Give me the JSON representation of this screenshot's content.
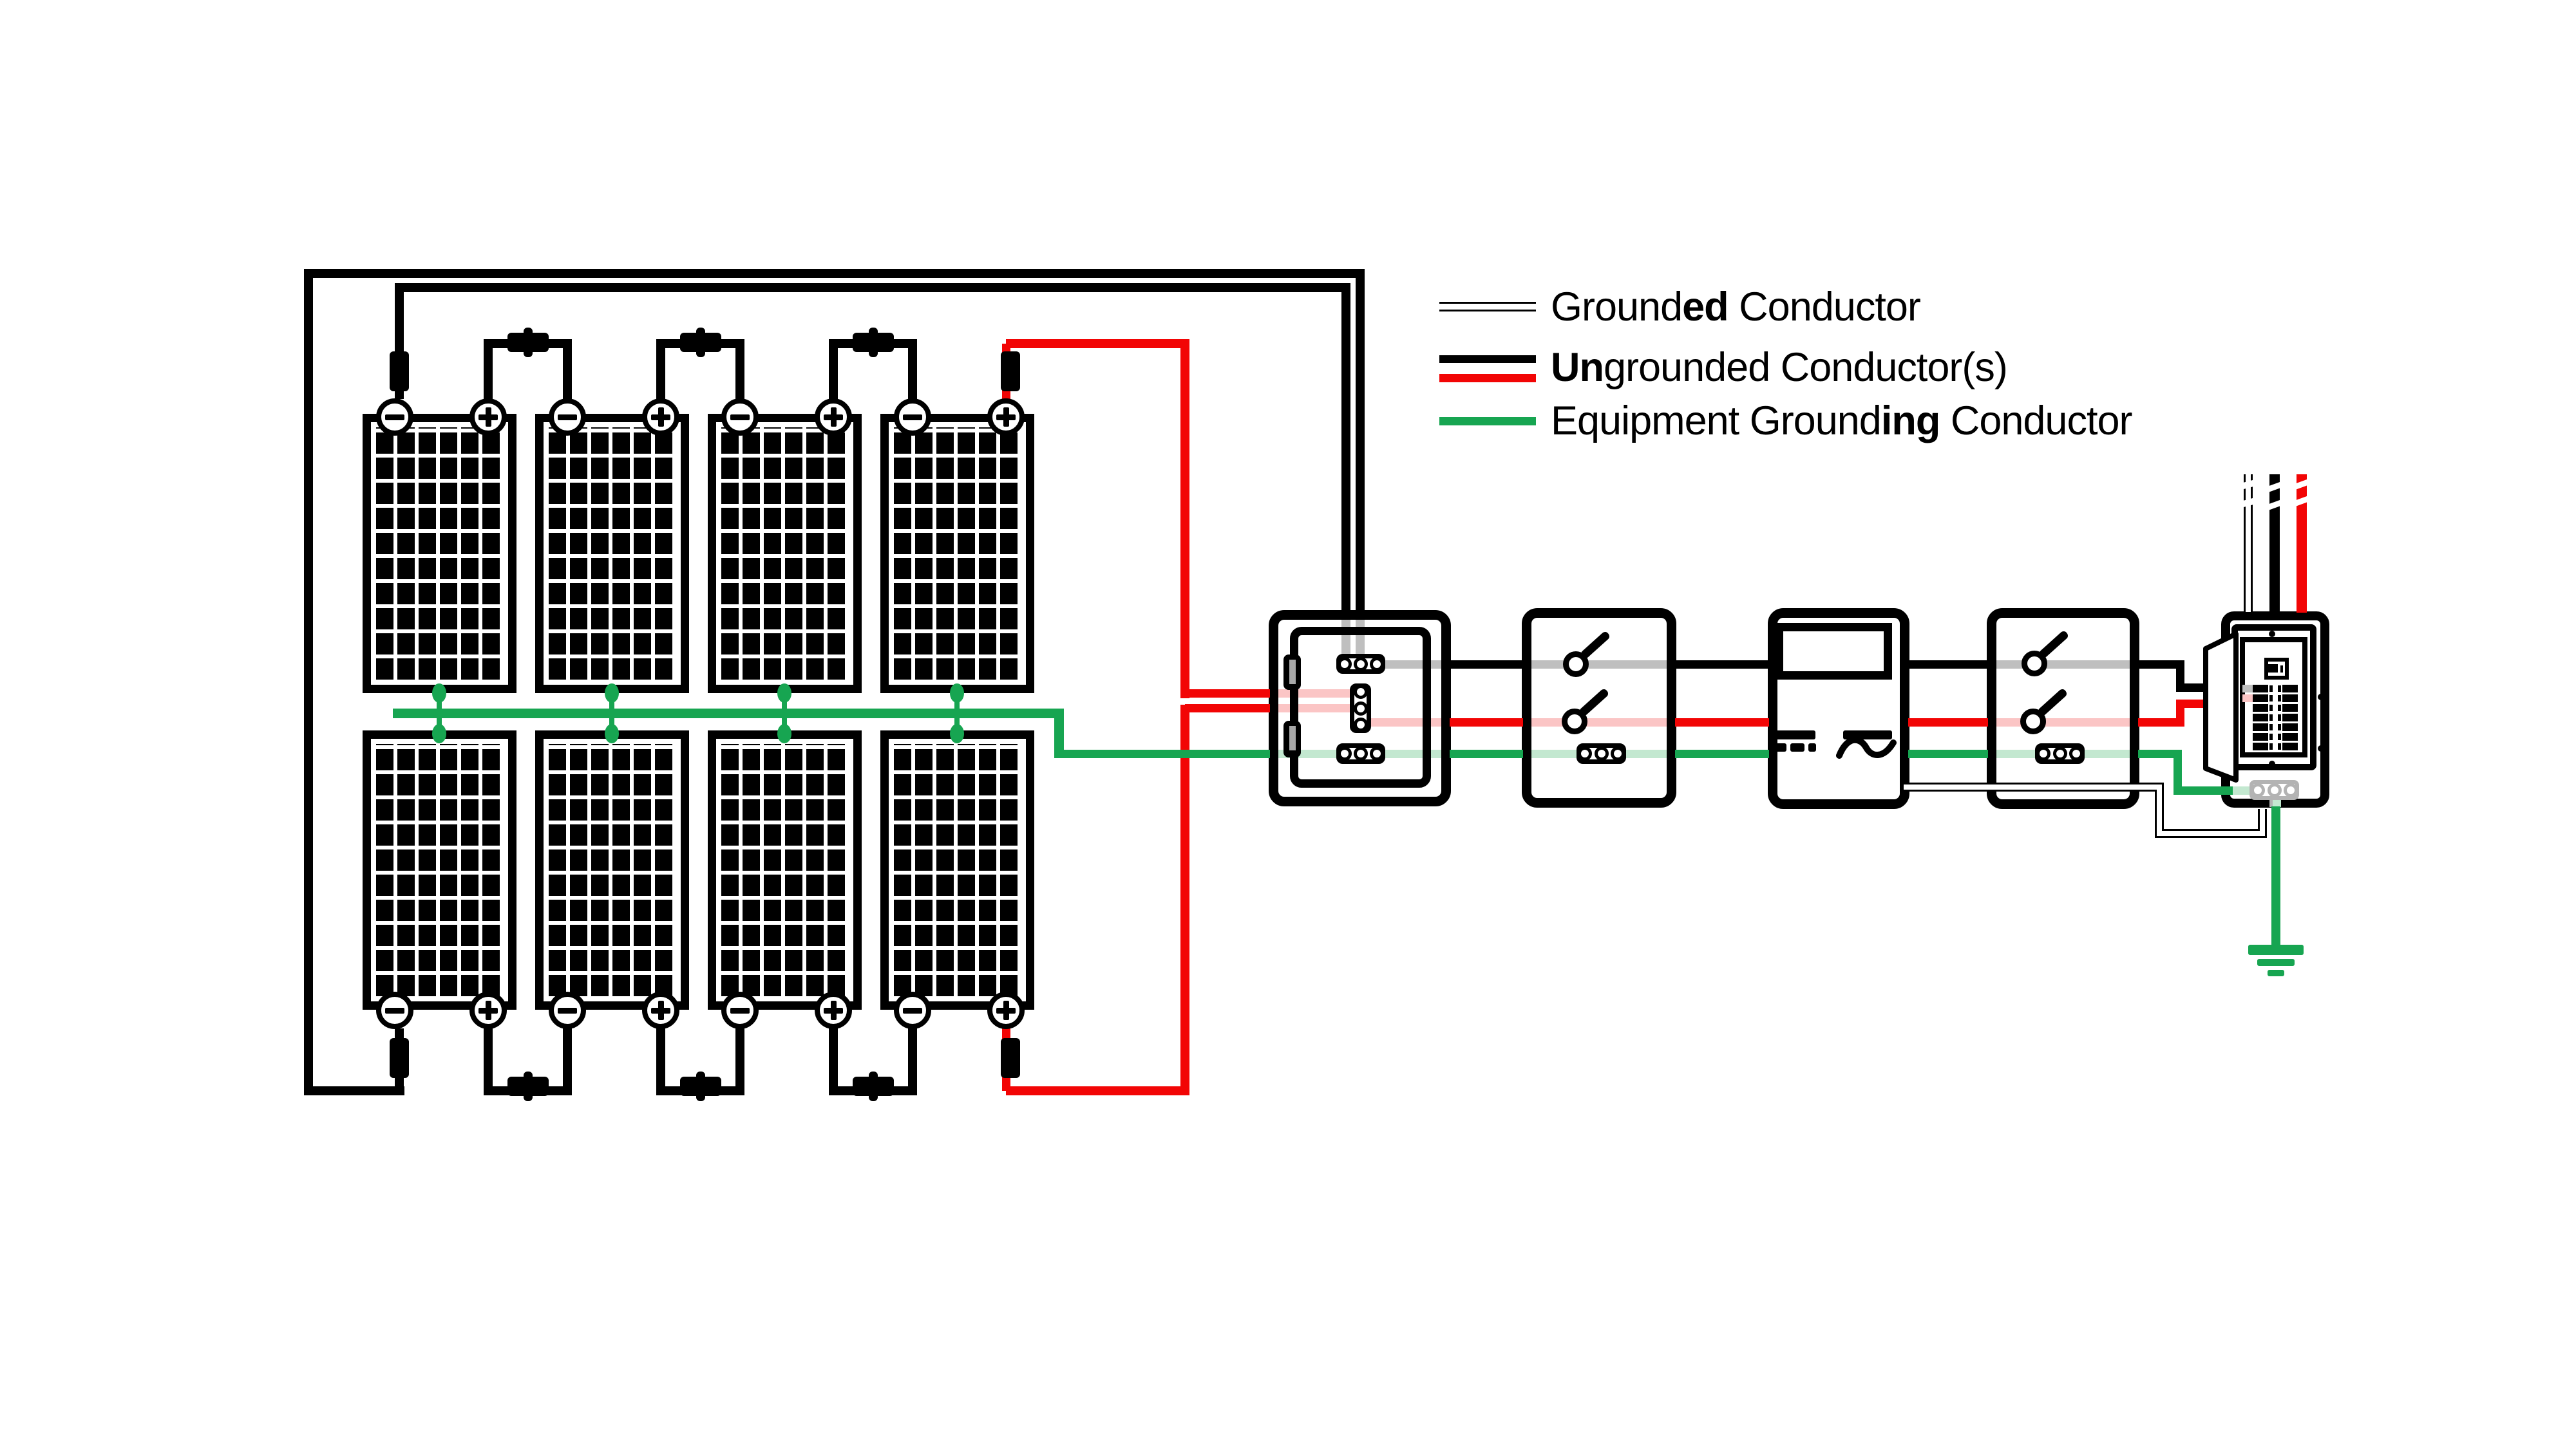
{
  "legend": {
    "rows": [
      {
        "id": "grounded",
        "pre": "Ground",
        "bold": "ed",
        "post": " Conductor"
      },
      {
        "id": "ungrounded",
        "pre": "",
        "bold": "Un",
        "post": "grounded Conductor(s)"
      },
      {
        "id": "egc",
        "pre": "Equipment Ground",
        "bold": "ing",
        "post": " Conductor"
      }
    ]
  },
  "colors": {
    "black": "#000000",
    "red": "#f20505",
    "green": "#17a551",
    "faded_gray": "#bfbfbf",
    "faded_pink": "#fbc5c5",
    "faded_green": "#c3e8d0",
    "hinge_gray": "#a8a8a8",
    "bar_gray": "#b3b3b3"
  },
  "array": {
    "rows": 2,
    "panels_per_row": 4,
    "negative_terminal_glyph": "minus",
    "positive_terminal_glyph": "plus"
  }
}
